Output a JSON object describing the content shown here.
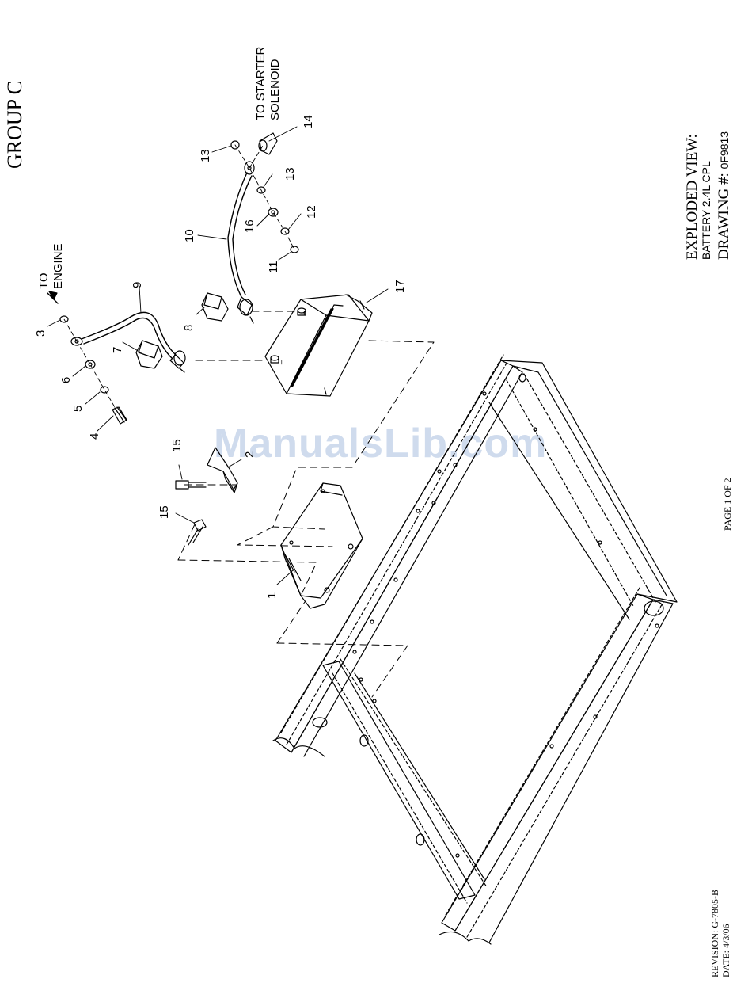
{
  "header": {
    "group": "GROUP C"
  },
  "title_block": {
    "title": "EXPLODED VIEW:",
    "subtitle": "BATTERY 2.4L CPL",
    "drawing_label": "DRAWING #:",
    "drawing_number": "0F9813"
  },
  "page": {
    "label": "PAGE 1 OF 2"
  },
  "revision": {
    "revision": "REVISION: G-7805-B",
    "date": "DATE: 4/3/06"
  },
  "labels": {
    "to_engine_1": "TO",
    "to_engine_2": "ENGINE",
    "to_starter_1": "TO STARTER",
    "to_starter_2": "SOLENOID"
  },
  "watermark": "ManualsLib.com",
  "callouts": {
    "c1": "1",
    "c2": "2",
    "c3": "3",
    "c4": "4",
    "c5": "5",
    "c6": "6",
    "c7": "7",
    "c8": "8",
    "c9": "9",
    "c10": "10",
    "c11": "11",
    "c12": "12",
    "c13a": "13",
    "c13b": "13",
    "c14": "14",
    "c15a": "15",
    "c15b": "15",
    "c16": "16",
    "c17": "17"
  },
  "colors": {
    "line": "#000000",
    "watermark": "#c7d5ea"
  }
}
